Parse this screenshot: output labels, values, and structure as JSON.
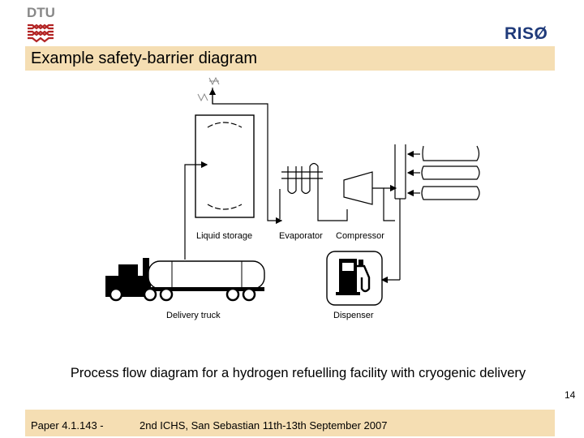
{
  "header": {
    "logo_left_text": "DTU",
    "logo_right_text": "RISØ",
    "slide_title": "Example safety-barrier diagram"
  },
  "diagram": {
    "labels": {
      "liquid_storage": "Liquid storage",
      "evaporator": "Evaporator",
      "compressor": "Compressor",
      "delivery_truck": "Delivery truck",
      "dispenser": "Dispenser"
    }
  },
  "caption": "Process flow diagram for a hydrogen refuelling facility with cryogenic delivery",
  "footer": {
    "left": "Paper 4.1.143 -",
    "center": "2nd ICHS, San Sebastian 11th-13th September 2007",
    "page_number": "14"
  },
  "colors": {
    "band": "#f5deb3",
    "logo_red": "#b22222",
    "logo_blue": "#1f3a7a"
  }
}
